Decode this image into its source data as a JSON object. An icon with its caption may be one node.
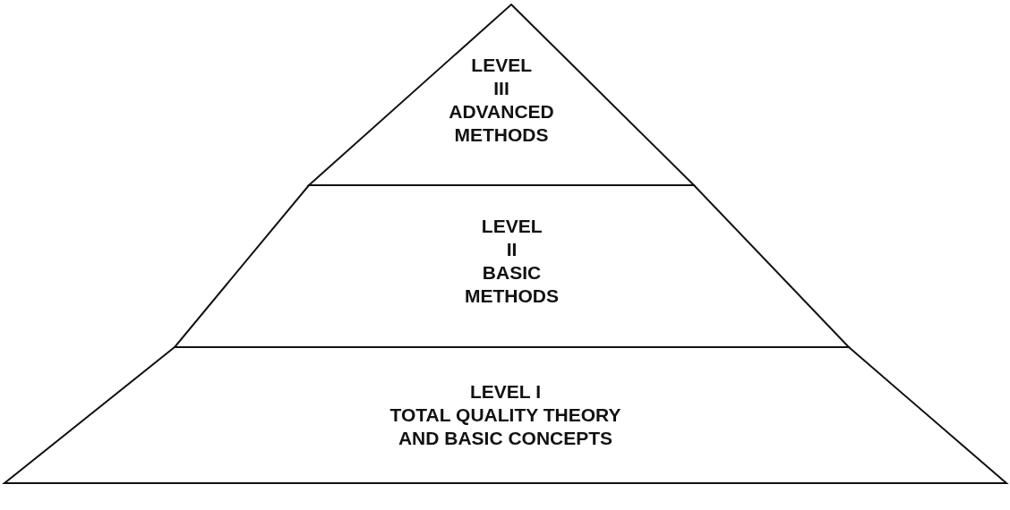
{
  "diagram": {
    "nodes": [
      {
        "text": [
          "LEVEL III",
          "ADVANCED METHODS"
        ]
      },
      {
        "text": [
          "LEVEL II",
          "BASIC METHODS"
        ]
      },
      {
        "text": [
          "LEVEL I",
          "TOTAL QUALITY THEORY AND BASIC CONCEPTS"
        ]
      }
    ]
  }
}
